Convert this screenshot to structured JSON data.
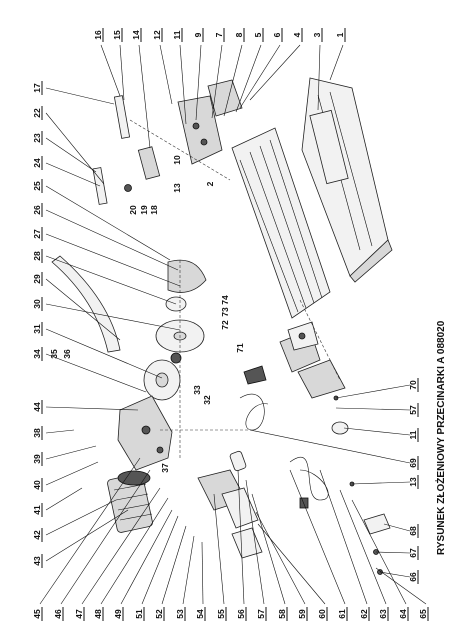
{
  "diagram": {
    "title": "RYSUNEK ZŁOŻENIOWY PRZECINARKI A 088020",
    "labels": [
      "1",
      "2",
      "3",
      "4",
      "5",
      "6",
      "7",
      "8",
      "9",
      "10",
      "11",
      "12",
      "13",
      "14",
      "15",
      "16",
      "17",
      "18",
      "19",
      "20",
      "22",
      "23",
      "24",
      "25",
      "26",
      "27",
      "28",
      "29",
      "30",
      "31",
      "32",
      "33",
      "34",
      "35",
      "36",
      "37",
      "38",
      "39",
      "40",
      "41",
      "42",
      "43",
      "44",
      "45",
      "46",
      "47",
      "48",
      "49",
      "51",
      "52",
      "53",
      "54",
      "55",
      "56",
      "57",
      "58",
      "59",
      "60",
      "61",
      "62",
      "63",
      "64",
      "65",
      "66",
      "67",
      "68",
      "69",
      "70",
      "71",
      "72",
      "73",
      "74"
    ]
  }
}
